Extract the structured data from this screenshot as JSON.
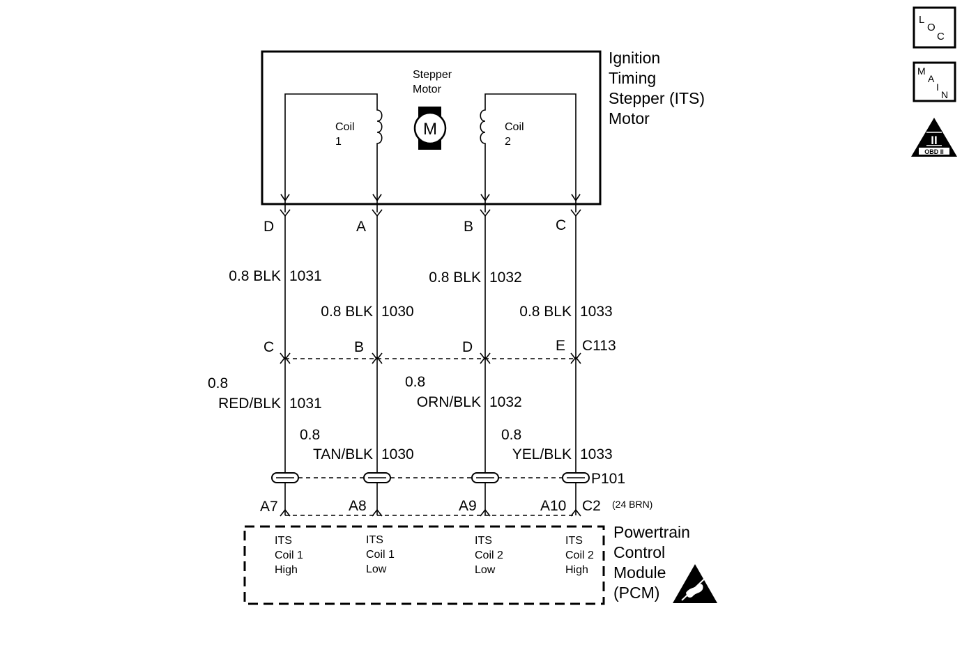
{
  "component": {
    "title_lines": [
      "Ignition",
      "Timing",
      "Stepper (ITS)",
      "Motor"
    ],
    "motor_label_lines": [
      "Stepper",
      "Motor"
    ],
    "motor_symbol": "M",
    "coil1_lines": [
      "Coil",
      "1"
    ],
    "coil2_lines": [
      "Coil",
      "2"
    ]
  },
  "connector_top": {
    "pins": [
      "D",
      "A",
      "B",
      "C"
    ]
  },
  "upper_wires": [
    {
      "spec": "0.8 BLK",
      "circuit": "1031"
    },
    {
      "spec": "0.8 BLK",
      "circuit": "1030"
    },
    {
      "spec": "0.8 BLK",
      "circuit": "1032"
    },
    {
      "spec": "0.8 BLK",
      "circuit": "1033"
    }
  ],
  "connector_c113": {
    "name": "C113",
    "pins": [
      "C",
      "B",
      "D",
      "E"
    ]
  },
  "lower_wires": [
    {
      "size": "0.8",
      "color": "RED/BLK",
      "circuit": "1031"
    },
    {
      "size": "0.8",
      "color": "TAN/BLK",
      "circuit": "1030"
    },
    {
      "size": "0.8",
      "color": "ORN/BLK",
      "circuit": "1032"
    },
    {
      "size": "0.8",
      "color": "YEL/BLK",
      "circuit": "1033"
    }
  ],
  "connector_p101": {
    "name": "P101"
  },
  "pcm_connector": {
    "pins": [
      "A7",
      "A8",
      "A9",
      "A10"
    ],
    "name": "C2",
    "note": "(24 BRN)"
  },
  "pcm": {
    "title_lines": [
      "Powertrain",
      "Control",
      "Module",
      "(PCM)"
    ],
    "terminals": [
      [
        "ITS",
        "Coil 1",
        "High"
      ],
      [
        "ITS",
        "Coil 1",
        "Low"
      ],
      [
        "ITS",
        "Coil 2",
        "Low"
      ],
      [
        "ITS",
        "Coil 2",
        "High"
      ]
    ]
  },
  "side_icons": {
    "loc": [
      "L",
      "O",
      "C"
    ],
    "main": [
      "M",
      "A",
      "I",
      "N"
    ],
    "obd": {
      "symbol": "II",
      "label": "OBD II"
    }
  }
}
